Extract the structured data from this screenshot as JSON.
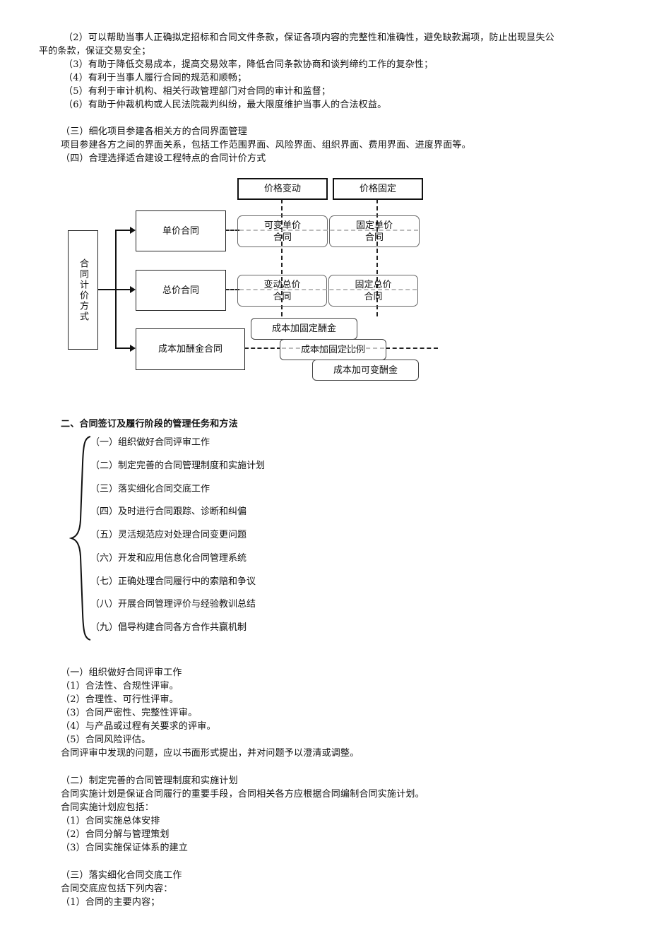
{
  "intro_list": [
    {
      "line1": "（2）可以帮助当事人正确拟定招标和合同文件条款，保证各项内容的完整性和准确性，避免缺款漏项，防止出现显失公",
      "line2": "平的条款，保证交易安全；"
    },
    {
      "line1": "（3）有助于降低交易成本，提高交易效率，降低合同条款协商和谈判缔约工作的复杂性；"
    },
    {
      "line1": "（4）有利于当事人履行合同的规范和顺畅；"
    },
    {
      "line1": "（5）有利于审计机构、相关行政管理部门对合同的审计和监督；"
    },
    {
      "line1": "（6）有助于仲裁机构或人民法院裁判纠纷，最大限度维护当事人的合法权益。"
    }
  ],
  "section3": {
    "heading": "（三）细化项目参建各相关方的合同界面管理",
    "body": "项目参建各方之间的界面关系，包括工作范围界面、风险界面、组织界面、费用界面、进度界面等。"
  },
  "section4": {
    "heading": "（四）合理选择适合建设工程特点的合同计价方式"
  },
  "diagram": {
    "root": "合同计价方式",
    "types": [
      "单价合同",
      "总价合同",
      "成本加酬金合同"
    ],
    "columns": [
      "价格变动",
      "价格固定"
    ],
    "cells": {
      "unit_variable_1": "可变单价",
      "unit_variable_2": "合同",
      "unit_fixed_1": "固定单价",
      "unit_fixed_2": "合同",
      "total_variable_1": "变动总价",
      "total_variable_2": "合同",
      "total_fixed_1": "固定总价",
      "total_fixed_2": "合同"
    },
    "cost_plus": [
      "成本加固定酬金",
      "成本加固定比例",
      "成本加可变酬金"
    ]
  },
  "part2": {
    "heading": "二、合同签订及履行阶段的管理任务和方法",
    "items": [
      "（一）组织做好合同评审工作",
      "（二）制定完善的合同管理制度和实施计划",
      "（三）落实细化合同交底工作",
      "（四）及时进行合同跟踪、诊断和纠偏",
      "（五）灵活规范应对处理合同变更问题",
      "（六）开发和应用信息化合同管理系统",
      "（七）正确处理合同履行中的索赔和争议",
      "（八）开展合同管理评价与经验教训总结",
      "（九）倡导构建合同各方合作共赢机制"
    ]
  },
  "review": {
    "heading": "（一）组织做好合同评审工作",
    "items": [
      "（1）合法性、合规性评审。",
      "（2）合理性、可行性评审。",
      "（3）合同严密性、完整性评审。",
      "（4）与产品或过程有关要求的评审。",
      "（5）合同风险评估。"
    ],
    "note": "合同评审中发现的问题，应以书面形式提出，并对问题予以澄清或调整。"
  },
  "plan": {
    "heading": "（二）制定完善的合同管理制度和实施计划",
    "body1": "合同实施计划是保证合同履行的重要手段，合同相关各方应根据合同编制合同实施计划。",
    "body2": "合同实施计划应包括：",
    "items": [
      "（1）合同实施总体安排",
      "（2）合同分解与管理策划",
      "（3）合同实施保证体系的建立"
    ]
  },
  "disclosure": {
    "heading": "（三）落实细化合同交底工作",
    "body": "合同交底应包括下列内容：",
    "items": [
      "（1）合同的主要内容；"
    ]
  }
}
